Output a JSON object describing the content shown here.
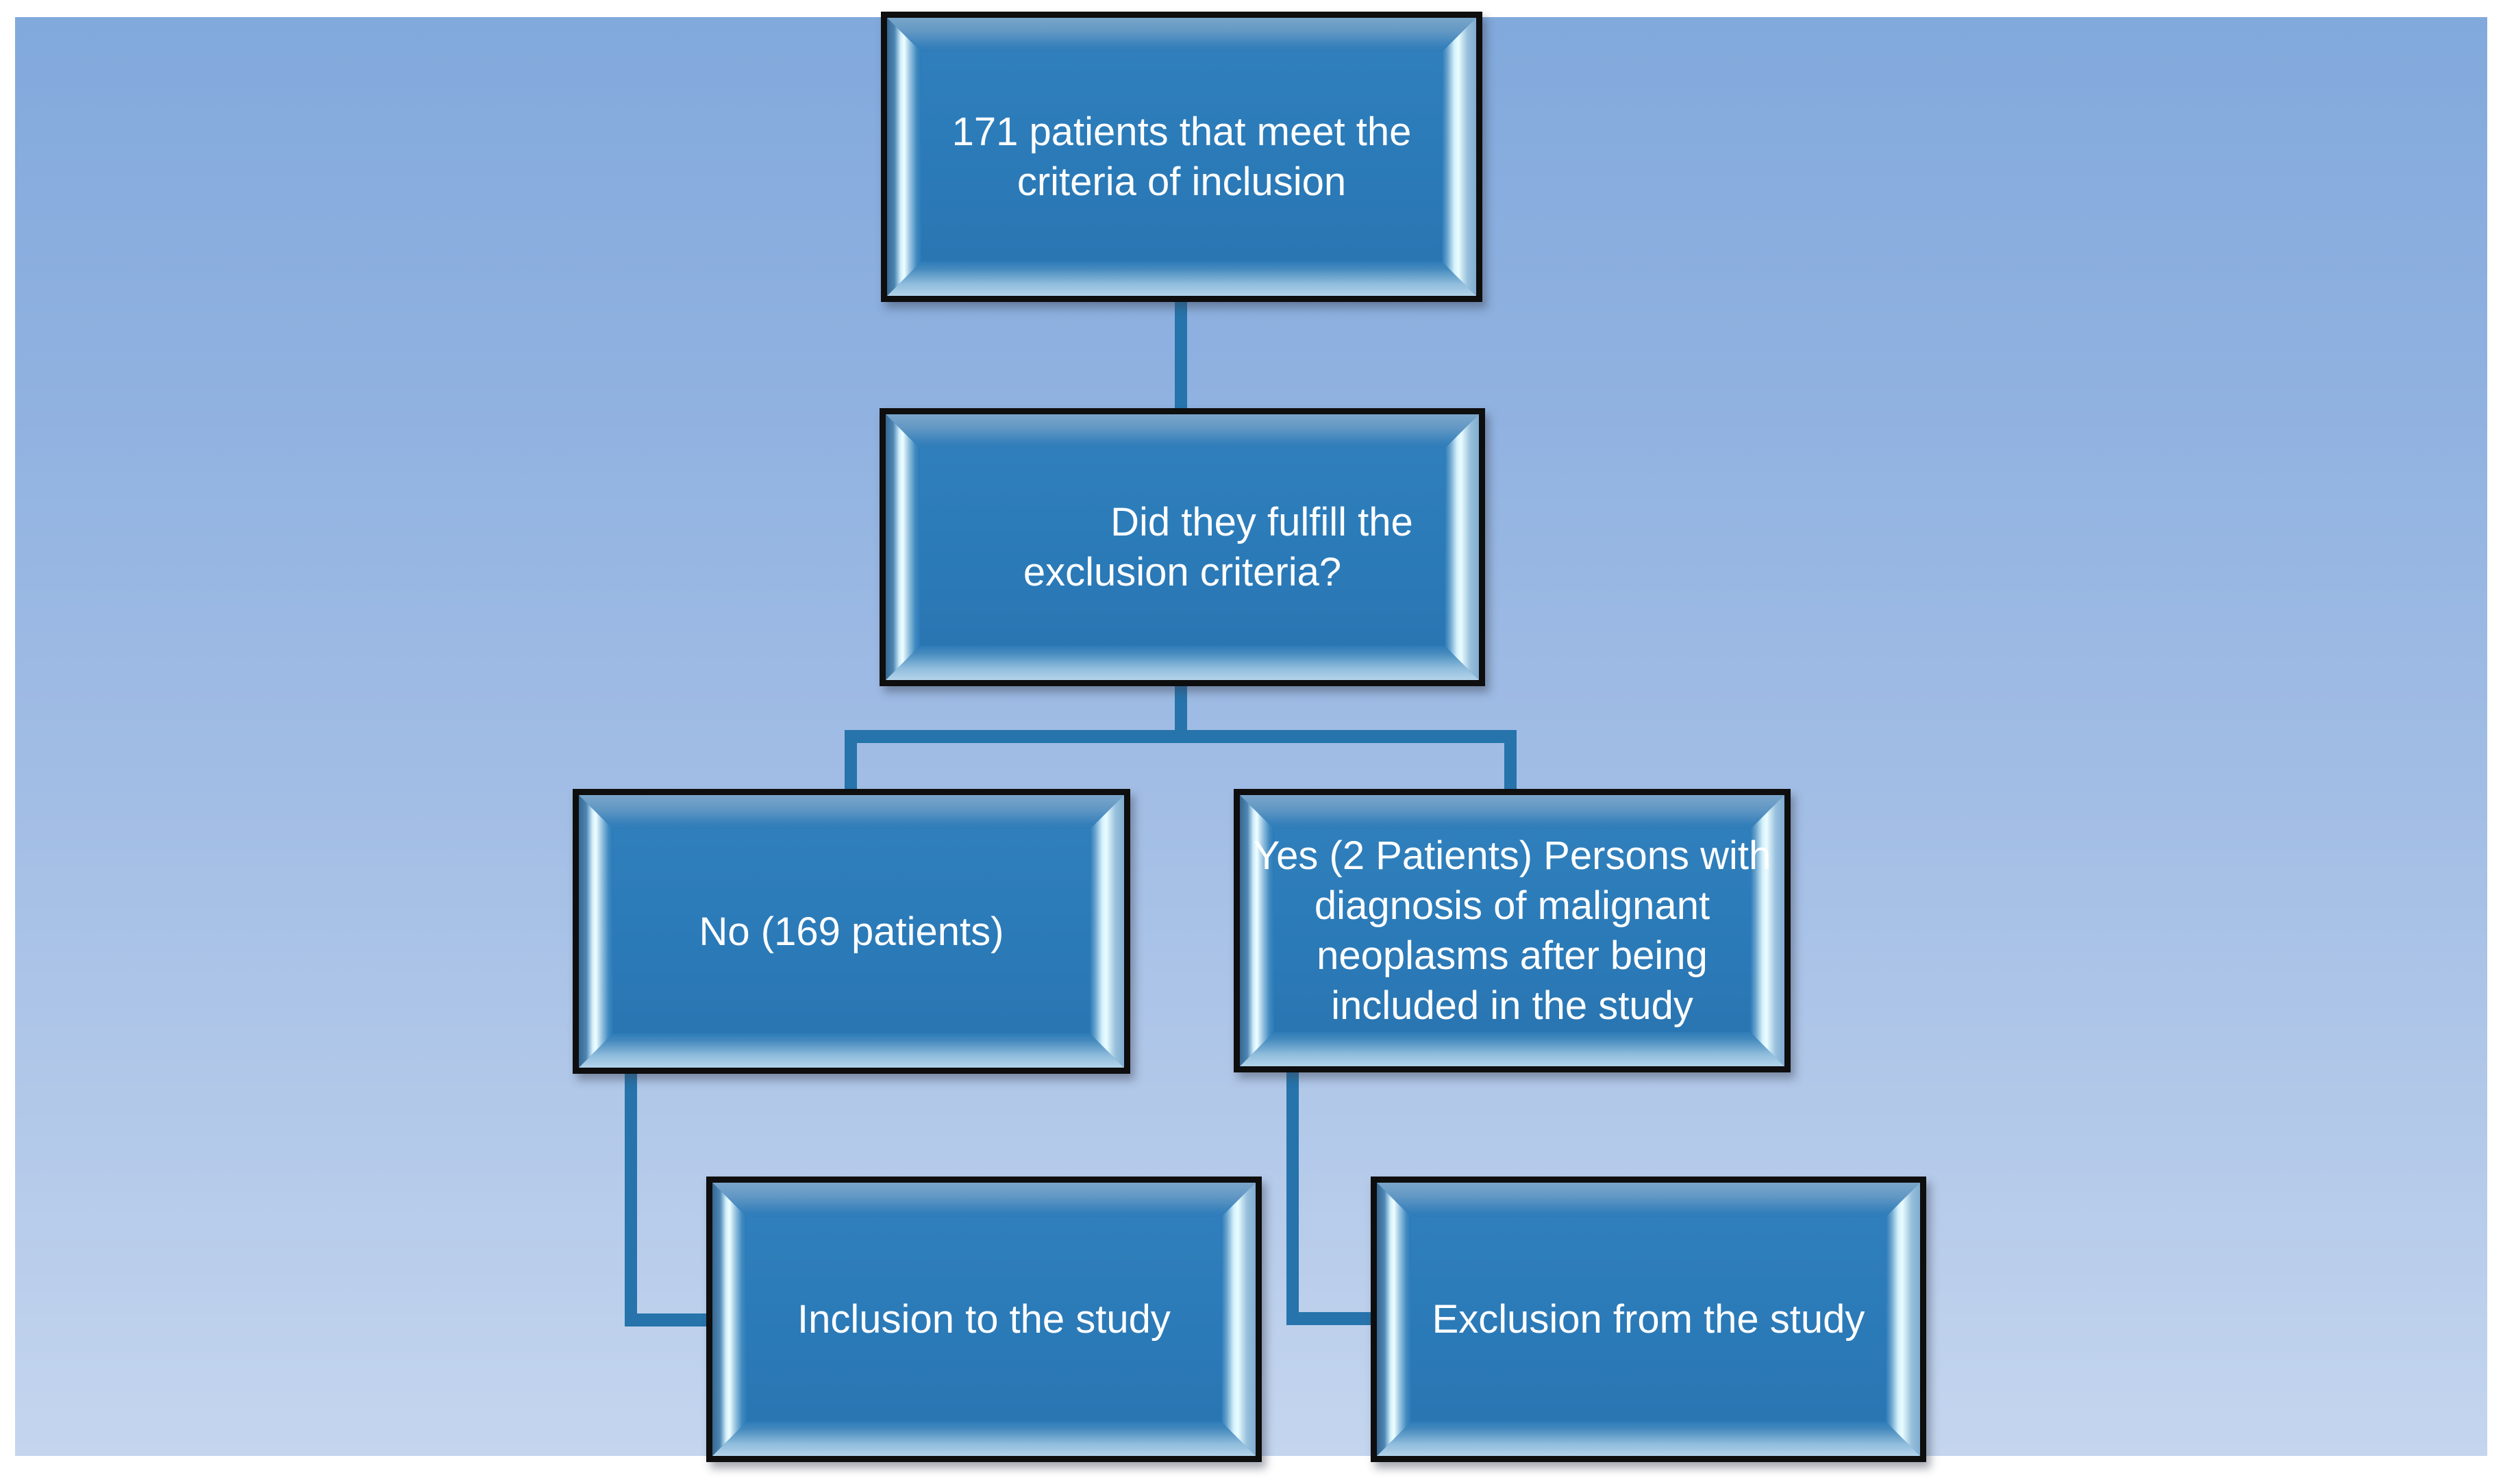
{
  "diagram": {
    "type": "flowchart",
    "title": "Patient inclusion / exclusion flowchart",
    "colors": {
      "background_top": "#82a9dc",
      "background_bottom": "#c4d5ee",
      "node_fill": "#2b7ab8",
      "node_border": "#0e0e0e",
      "connector": "#2674ab",
      "text": "#ffffff"
    },
    "nodes": {
      "cohort": {
        "lines": [
          "171 patients that meet the",
          "criteria of inclusion"
        ]
      },
      "question": {
        "lines": [
          "Did they fulfill the",
          "exclusion criteria?"
        ]
      },
      "no": {
        "lines": [
          "No (169 patients)"
        ]
      },
      "yes": {
        "lines": [
          "Yes (2 Patients) Persons with",
          "diagnosis of malignant",
          "neoplasms after being",
          "included in the study"
        ]
      },
      "inclusion": {
        "lines": [
          "Inclusion to the study"
        ]
      },
      "exclusion": {
        "lines": [
          "Exclusion from the study"
        ]
      }
    },
    "edges": [
      {
        "from": "cohort",
        "to": "question"
      },
      {
        "from": "question",
        "to": "no"
      },
      {
        "from": "question",
        "to": "yes"
      },
      {
        "from": "no",
        "to": "inclusion"
      },
      {
        "from": "yes",
        "to": "exclusion"
      }
    ]
  }
}
